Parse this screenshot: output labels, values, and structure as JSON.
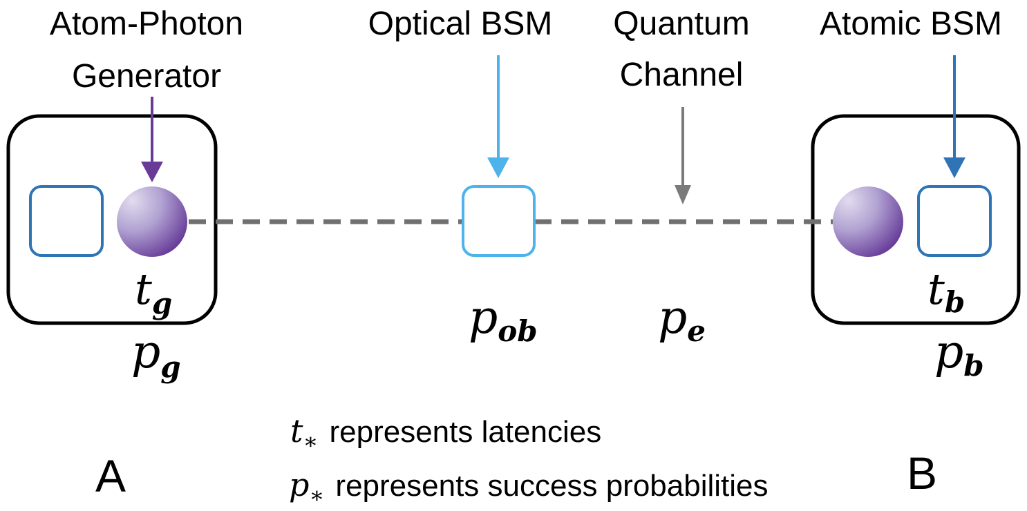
{
  "labels": {
    "atom_photon_line1": "Atom-Photon",
    "atom_photon_line2": "Generator",
    "optical_bsm": "Optical BSM",
    "quantum_channel_line1": "Quantum",
    "quantum_channel_line2": "Channel",
    "atomic_bsm": "Atomic BSM",
    "node_a": "A",
    "node_b": "B"
  },
  "symbols": {
    "t_g": {
      "base": "t",
      "sub": "g"
    },
    "p_g": {
      "base": "p",
      "sub": "g"
    },
    "p_ob": {
      "base": "p",
      "sub": "ob"
    },
    "p_e": {
      "base": "p",
      "sub": "e"
    },
    "t_b": {
      "base": "t",
      "sub": "b"
    },
    "p_b": {
      "base": "p",
      "sub": "b"
    }
  },
  "legend": {
    "latency": {
      "base": "t",
      "sub": "∗",
      "text": " represents latencies"
    },
    "probability": {
      "base": "p",
      "sub": "∗",
      "text": " represents success probabilities"
    }
  },
  "colors": {
    "generator_arrow": "#6a3a99",
    "optical_bsm": "#4db3ea",
    "atomic_bsm": "#2f74b5",
    "channel_arrow": "#7a7a7a",
    "dashed_link": "#707070",
    "memory_box": "#2f74b5",
    "atom_light": "#d9d3ea",
    "atom_dark": "#6a3a99",
    "node_border": "#000000"
  }
}
